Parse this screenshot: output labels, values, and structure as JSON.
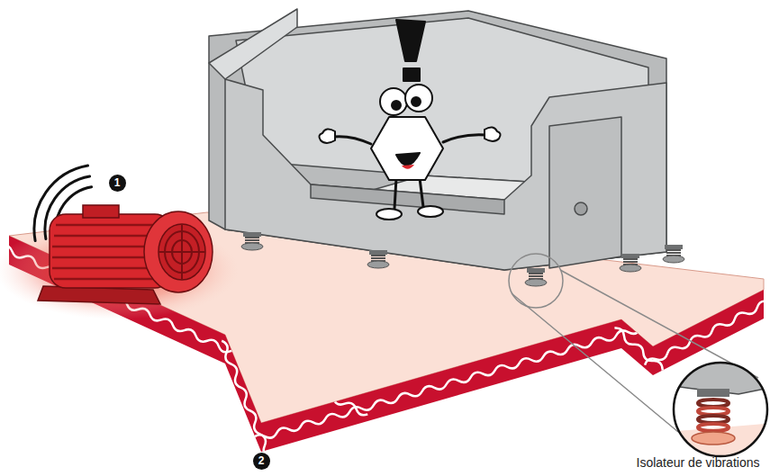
{
  "diagram": {
    "labels": [
      "1",
      "2",
      "Isolateur de vibrations"
    ]
  }
}
